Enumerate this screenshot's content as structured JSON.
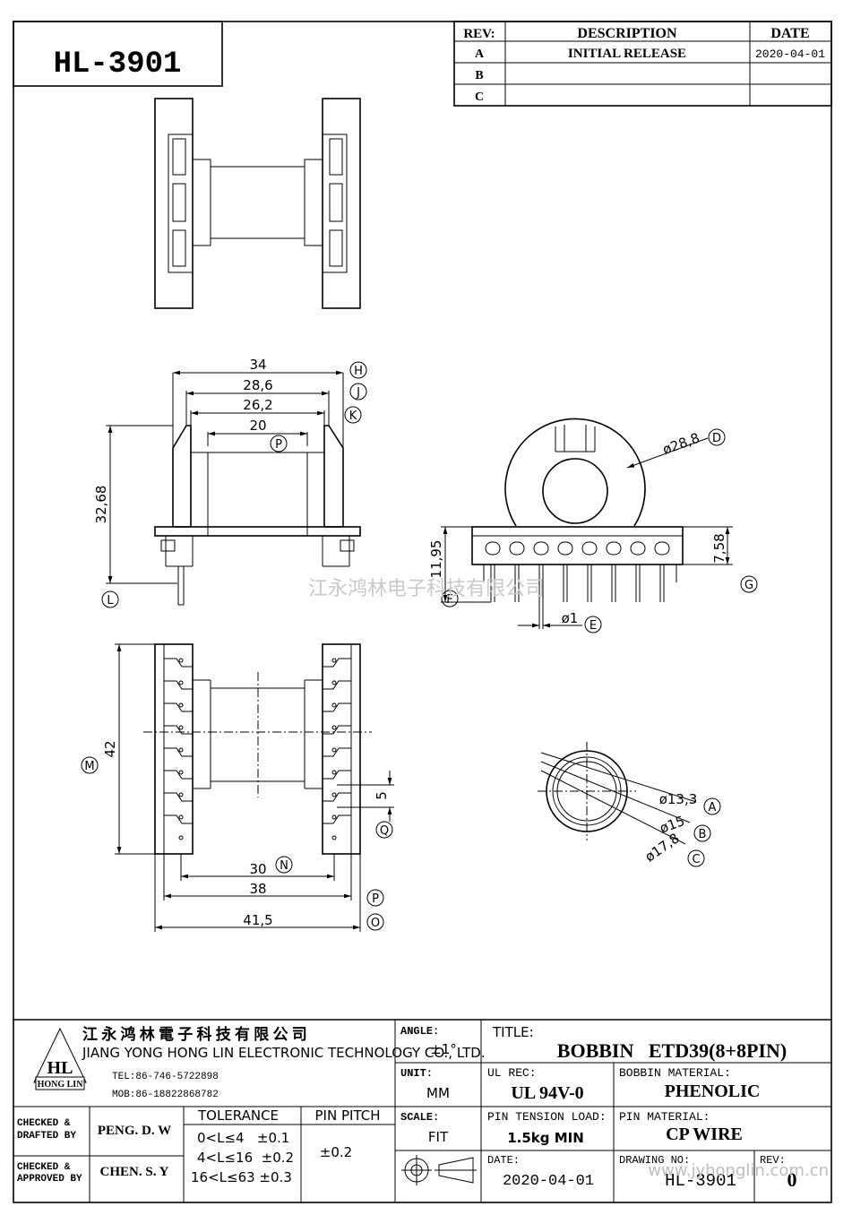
{
  "part_number_box": "HL-3901",
  "revision_table": {
    "headers": {
      "rev": "REV:",
      "description": "DESCRIPTION",
      "date": "DATE"
    },
    "rows": [
      {
        "rev": "A",
        "description": "INITIAL RELEASE",
        "date": "2020-04-01"
      },
      {
        "rev": "B",
        "description": "",
        "date": ""
      },
      {
        "rev": "C",
        "description": "",
        "date": ""
      }
    ]
  },
  "side_view_dims": {
    "d34": "34",
    "d286": "28,6",
    "d262": "26,2",
    "d20": "20",
    "h3268": "32,68"
  },
  "side_view_labels": {
    "H": "H",
    "J": "J",
    "K": "K",
    "P": "P",
    "L": "L"
  },
  "front_view_dims": {
    "dia": "ø28,8",
    "h1195": "11,95",
    "h758": "7,58",
    "pin": "ø1"
  },
  "front_view_labels": {
    "D": "D",
    "F": "F",
    "G": "G",
    "E": "E"
  },
  "bottom_view_dims": {
    "d42": "42",
    "d5": "5",
    "d30": "30",
    "d38": "38",
    "d415": "41,5"
  },
  "bottom_view_labels": {
    "M": "M",
    "Q": "Q",
    "N": "N",
    "P": "P",
    "O": "O"
  },
  "section_view_dims": {
    "a": "ø13,3",
    "b": "ø15",
    "c": "ø17,8"
  },
  "section_view_labels": {
    "A": "A",
    "B": "B",
    "C": "C"
  },
  "watermark": "江永鸿林电子科技有限公司",
  "title_block": {
    "company_cn": "江 永 鸿 林 電 子 科 技 有 限 公 司",
    "company_en": "JIANG YONG HONG LIN ELECTRONIC TECHNOLOGY CO., LTD.",
    "logo_text": "HL",
    "logo_sub": "HONG LIN",
    "tel": "TEL:86-746-5722898",
    "mob": "MOB:86-18822868782",
    "checked_drafted_label": "CHECKED & DRAFTED BY",
    "checked_drafted_label_l1": "CHECKED &",
    "checked_drafted_label_l2": "DRAFTED BY",
    "checked_drafted_name": "PENG. D. W",
    "checked_approved_label_l1": "CHECKED &",
    "checked_approved_label_l2": "APPROVED BY",
    "checked_approved_name": "CHEN. S. Y",
    "tolerance_label": "TOLERANCE",
    "tolerance_rows": [
      "0<L≤4   ±0.1",
      "4<L≤16  ±0.2",
      "16<L≤63 ±0.3"
    ],
    "pin_pitch_label": "PIN PITCH",
    "pin_pitch_value": "±0.2",
    "angle_label": "ANGLE:",
    "angle_value": "±1°",
    "unit_label": "UNIT:",
    "unit_value": "MM",
    "scale_label": "SCALE:",
    "scale_value": "FIT",
    "title_label": "TITLE:",
    "title_value": "BOBBIN   ETD39(8+8PIN)",
    "ul_label": "UL REC:",
    "ul_value": "UL 94V-0",
    "bobbin_material_label": "BOBBIN MATERIAL:",
    "bobbin_material_value": "PHENOLIC",
    "pin_tension_label": "PIN TENSION LOAD:",
    "pin_tension_value": "1.5kg MIN",
    "pin_material_label": "PIN MATERIAL:",
    "pin_material_value": "CP WIRE",
    "date_label": "DATE:",
    "date_value": "2020-04-01",
    "drawing_no_label": "DRAWING NO:",
    "drawing_no_value": "HL-3901",
    "rev_label": "REV:",
    "rev_value": "0"
  },
  "corner_watermark": "www.jyhonglin.com.cn"
}
